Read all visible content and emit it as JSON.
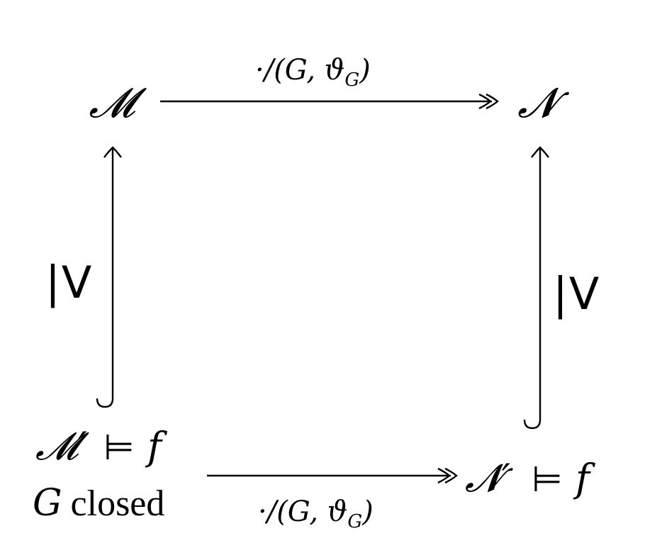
{
  "nodes": {
    "top_left": {
      "label": "𝓜"
    },
    "top_right": {
      "label": "𝓝"
    },
    "bottom_left": {
      "label": "𝓜′",
      "relation": "⊨",
      "formula": "f",
      "note_var": "G",
      "note_text": "closed"
    },
    "bottom_right": {
      "label": "𝓝′",
      "relation": "⊨",
      "formula": "f"
    }
  },
  "arrows": {
    "top": {
      "label": "·/(G, ϑ_G)",
      "style": "two-headed"
    },
    "bottom": {
      "label": "·/(G, ϑ_G)",
      "style": "two-headed"
    },
    "left": {
      "style": "hook",
      "side_symbol": "|V"
    },
    "right": {
      "style": "hook",
      "side_symbol": "|V"
    }
  },
  "labels": {
    "quotient_prefix": "·/(",
    "quotient_var": "G",
    "quotient_sep": ", ",
    "quotient_theta": "ϑ",
    "quotient_sub": "G",
    "quotient_suffix": ")",
    "bigV_bar": "|",
    "bigV": "V"
  },
  "colors": {
    "ink": "#000000",
    "background": "#ffffff"
  }
}
